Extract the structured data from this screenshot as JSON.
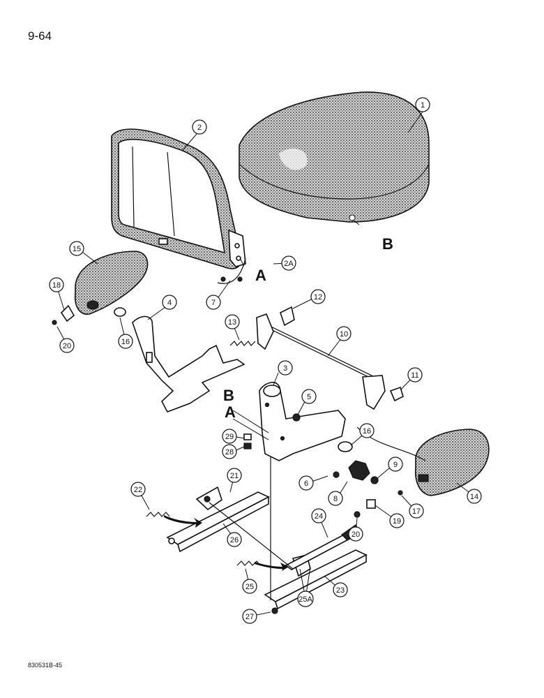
{
  "page_number": "9-64",
  "figure_code": "830531B-45",
  "callouts": [
    "1",
    "2",
    "2A",
    "3",
    "4",
    "5",
    "6",
    "7",
    "8",
    "9",
    "10",
    "11",
    "12",
    "13",
    "14",
    "15",
    "16",
    "16",
    "17",
    "18",
    "19",
    "20",
    "20",
    "21",
    "22",
    "23",
    "24",
    "25",
    "25A",
    "26",
    "27",
    "28",
    "29"
  ],
  "letters": [
    "A",
    "A",
    "B",
    "B"
  ]
}
